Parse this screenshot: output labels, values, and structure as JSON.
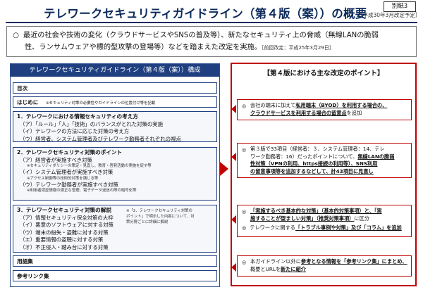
{
  "header": {
    "title": "テレワークセキュリティガイドライン（第４版（案））の概要",
    "date_note": "［平成30年3月改定予定］",
    "attachment_label": "別紙3"
  },
  "intro": {
    "bullet": "○",
    "line1": "最近の社会や技術の変化（クラウドサービスやSNSの普及等）、新たなセキュリティ上の脅威（無線LANの脆弱",
    "line2": "性、ランサムウェアや標的型攻撃の登場等）などを踏まえた改定を実施。",
    "prior_note": "［前回改定：平成25年3月29日］"
  },
  "left_panel": {
    "header": "テレワークセキュリティガイドライン（第４版（案））構成",
    "sections": {
      "toc": "目次",
      "intro": {
        "title": "はじめに",
        "note": "※セキュリティ対策の必要性やガイドラインの位置付け等を記載"
      },
      "s1": {
        "title": "1．テレワークにおける情報セキュリティの考え方",
        "items": [
          "（ア）「ルール」「人」「技術」のバランスがとれた対策の実施",
          "（イ）テレワークの方法に応じた対策の考え方",
          "（ウ）経営者、システム管理者及びテレワーク勤務者それぞれの視点"
        ]
      },
      "s2": {
        "title": "2．テレワークセキュリティ対策のポイント",
        "a": "（ア）経営者が実施すべき対策",
        "a_note": "※セキュリティポリシーの策定・見直し、教育・啓発活動の実施を促す等",
        "b": "（イ）システム管理者が実施すべき対策",
        "b_note": "※アクセス制御等の技術的対策を講じる等",
        "c": "（ウ）テレワーク勤務者が実施すべき対策",
        "c_note": "※利用者認証情報の適正な管理、電子データ送信の際の暗号化等"
      },
      "s3": {
        "title": "3．テレワークセキュリティ対策の解説",
        "items": [
          "（ア）情報セキュリティ保全対策の大枠",
          "（イ）悪意のソフトウェアに対する対策",
          "（ウ）端末の紛失・盗難に対する対策",
          "（エ）重要情報の盗聴に対する対策",
          "（オ）不正侵入・踏み台に対する対策"
        ],
        "side_note_1": "※「2．テレワークセキュリティ対策の",
        "side_note_2": "ポイント」で明示した内容について、対",
        "side_note_3": "策分野ごとに詳細に解説"
      },
      "glossary": "用語集",
      "links": "参考リンク集"
    }
  },
  "right_panel": {
    "title": "【第４版における主な改定のポイント】",
    "boxes": [
      {
        "bullet": "◎",
        "l1_a": "会社の端末に加えて",
        "l1_b": "私用端末（BYOD）を利用する場合の、",
        "l2_a": "クラウドサービスを利用する場合の留意点",
        "l2_b": "を追加"
      },
      {
        "bullet": "◎",
        "l1": "第３版で33項目（経営者：３、システム管理者：14、テレ",
        "l2_a": "ワーク勤務者：16）だったポイントについて、",
        "l2_b": "無線LANの脆弱",
        "l3": "性対策（VPNの利用、https接続の利用等）、SNS利用",
        "l4": "の留意事項等を追加するなどして、計43項目に見直し"
      },
      {
        "bullet": "◎",
        "l1": "「実施するべき基本的な対策」（基本的対策事項）と、「実",
        "l2_a": "施することが望ましい対策」（推奨対策事項）",
        "l2_b": "に区分",
        "l3_bullet": "◎",
        "l3_a": "テレワークに関する",
        "l3_b": "「トラブル事例や対策」及び「コラム」を追加"
      },
      {
        "bullet": "◎",
        "l1_a": "本ガイドライン以外に",
        "l1_b": "参考となる情報を「参考リンク集」にまとめ、",
        "l2_a": "概要とURLを",
        "l2_b": "新たに紹介"
      }
    ]
  },
  "colors": {
    "navy": "#1f3f80",
    "title_navy": "#0b2a5b",
    "accent_red": "#c00000"
  }
}
